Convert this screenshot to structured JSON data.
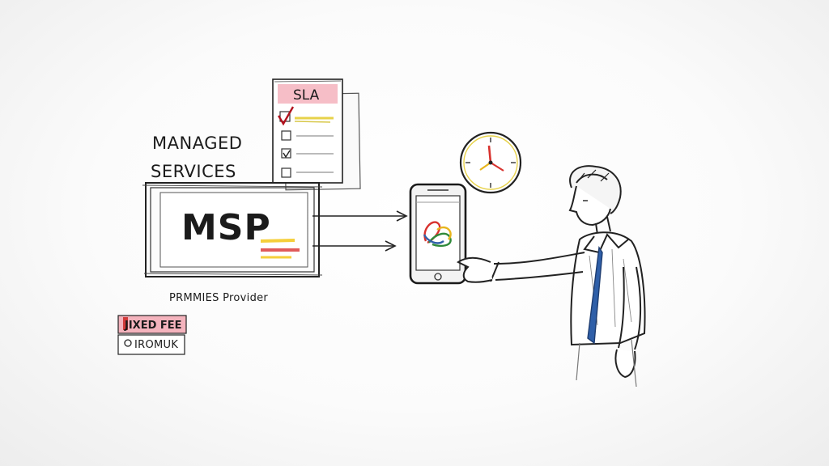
{
  "diagram": {
    "heading_line1": "MANAGED",
    "heading_line2": "SERVICES",
    "box_label": "MSP",
    "box_caption": "PRMMIES Provider",
    "checklist_title": "SLA",
    "tag_primary": "JIXED FEE",
    "tag_secondary": "IROMUK",
    "icons": [
      "checklist-icon",
      "clock-icon",
      "smartphone-icon",
      "person-figure"
    ],
    "colors": {
      "ink": "#1b1b1b",
      "highlight_pink": "#f2a7b4",
      "highlight_yellow": "#f5cf3a",
      "highlight_red": "#e05a5a",
      "clock_hand_red": "#d8322e",
      "clock_hand_yellow": "#e8b51c",
      "tie_blue": "#2f5fa8"
    }
  }
}
